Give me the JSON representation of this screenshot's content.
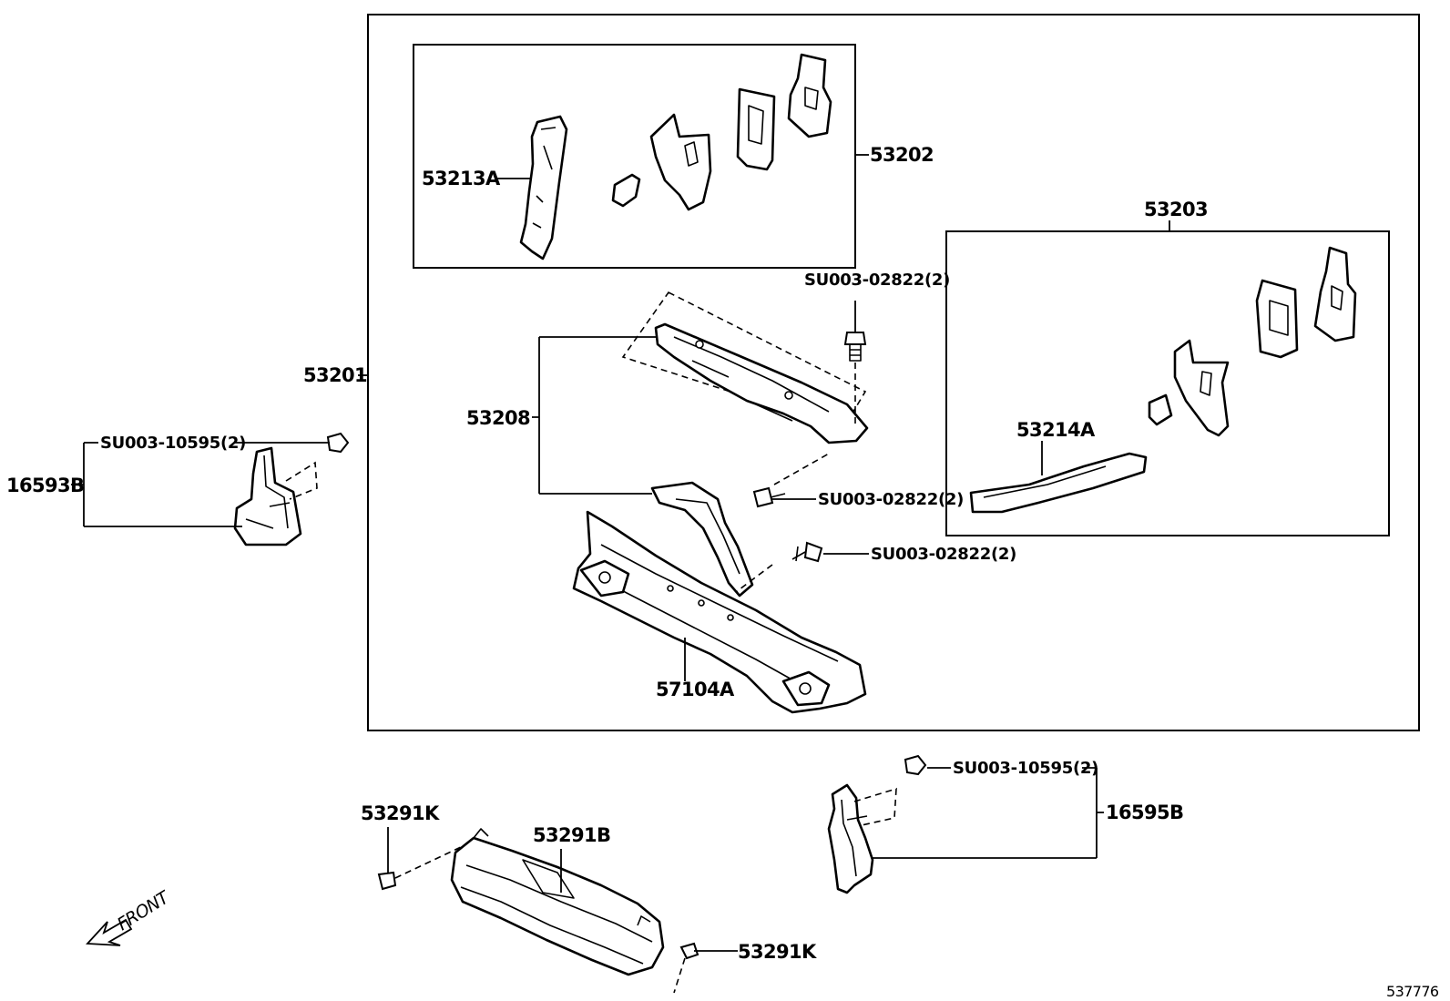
{
  "labels": {
    "p53201": "53201",
    "p53202": "53202",
    "p53213A": "53213A",
    "p53203": "53203",
    "p53214A": "53214A",
    "p53208": "53208",
    "p57104A": "57104A",
    "su02822_top": "SU003-02822(2)",
    "su02822_mid": "SU003-02822(2)",
    "su02822_low": "SU003-02822(2)",
    "p16593B": "16593B",
    "su10595_left": "SU003-10595(2)",
    "p16595B": "16595B",
    "su10595_right": "SU003-10595(2)",
    "p53291K_top": "53291K",
    "p53291B": "53291B",
    "p53291K_bottom": "53291K",
    "front": "FRONT",
    "diagram_id": "537776"
  }
}
